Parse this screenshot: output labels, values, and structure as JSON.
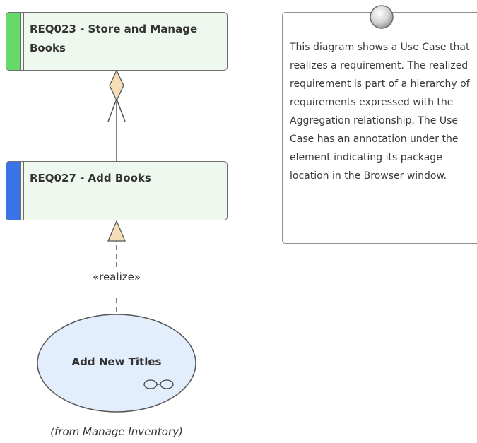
{
  "diagram": {
    "requirements": [
      {
        "id": "req023",
        "label": "REQ023 - Store and Manage Books",
        "color": "#66d96a"
      },
      {
        "id": "req027",
        "label": "REQ027 - Add Books",
        "color": "#3a72e8"
      }
    ],
    "note": {
      "text": "This diagram shows a Use Case that realizes a requirement. The realized requirement is part of a hierarchy of requirements expressed with the Aggregation relationship. The Use Case has an annotation under the element indicating its package location in the Browser window."
    },
    "use_case": {
      "label": "Add New Titles",
      "annotation": "(from Manage Inventory)",
      "color": "#e2eefc"
    },
    "connectors": {
      "realize_label": "«realize»",
      "aggregation_color": "#f5ddb8"
    }
  }
}
